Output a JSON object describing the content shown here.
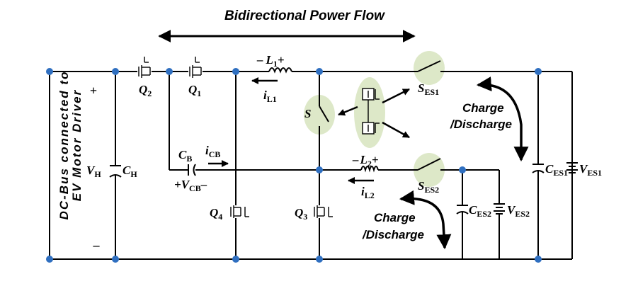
{
  "title": "Bidirectional Power Flow",
  "side_label": {
    "line1": "DC-Bus connected to",
    "line2": "EV Motor Driver"
  },
  "bus_terminals": {
    "plus": "+",
    "minus": "–"
  },
  "switches": {
    "q1": {
      "main": "Q",
      "sub": "1"
    },
    "q2": {
      "main": "Q",
      "sub": "2"
    },
    "q3": {
      "main": "Q",
      "sub": "3"
    },
    "q4": {
      "main": "Q",
      "sub": "4"
    },
    "s": {
      "main": "S"
    },
    "s_es1": {
      "main": "S",
      "sub": "ES1"
    },
    "s_es2": {
      "main": "S",
      "sub": "ES2"
    }
  },
  "inductors": {
    "l1": {
      "minus": "–",
      "main": "L",
      "sub": "1",
      "plus": "+",
      "current_main": "i",
      "current_sub": "L1"
    },
    "l2": {
      "minus": "–",
      "main": "L",
      "sub": "2",
      "plus": "+",
      "current_main": "i",
      "current_sub": "L2"
    }
  },
  "capacitors": {
    "ch": {
      "main": "C",
      "sub": "H"
    },
    "cb": {
      "main": "C",
      "sub": "B",
      "current_main": "i",
      "current_sub": "CB",
      "v_plus": "+",
      "v_main": "V",
      "v_sub": "CB",
      "v_minus": "–"
    },
    "ces1": {
      "main": "C",
      "sub": "ES1"
    },
    "ces2": {
      "main": "C",
      "sub": "ES2"
    }
  },
  "voltages": {
    "vh": {
      "main": "V",
      "sub": "H"
    },
    "ves1": {
      "main": "V",
      "sub": "ES1"
    },
    "ves2": {
      "main": "V",
      "sub": "ES2"
    }
  },
  "charge_labels": {
    "upper": {
      "line1": "Charge",
      "line2": "/Discharge"
    },
    "lower": {
      "line1": "Charge",
      "line2": "/Discharge"
    }
  },
  "colors": {
    "node": "#2f6fc0",
    "highlight": "#dde8c8",
    "wire": "#000000"
  }
}
